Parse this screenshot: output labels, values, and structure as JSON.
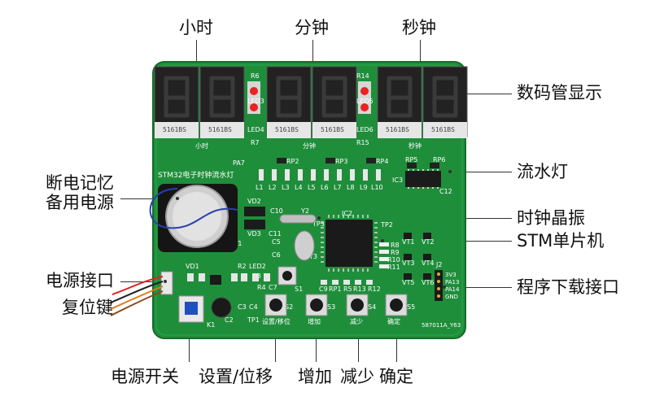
{
  "top_labels": {
    "hour": "小时",
    "minute": "分钟",
    "second": "秒钟"
  },
  "right_labels": {
    "display": "数码管显示",
    "flow_light": "流水灯",
    "crystal": "时钟晶振",
    "mcu": "STM单片机",
    "download": "程序下载接口"
  },
  "left_labels": {
    "backup_power": [
      "断电记忆",
      "备用电源"
    ],
    "power_port": "电源接口",
    "reset_key": "复位键"
  },
  "bottom_labels": {
    "power_switch": "电源开关",
    "set_shift": "设置/位移",
    "increase": "增加",
    "decrease": "减少",
    "confirm": "确定"
  },
  "board": {
    "pcb_color": "#1e8f3a",
    "segment_codes": [
      "5161BS",
      "5161BS",
      "5161BS",
      "5161BS",
      "5161BS",
      "5161BS"
    ],
    "silk_hour": "小时",
    "silk_minute": "分钟",
    "silk_second": "秒钟",
    "title_silk": "STM32电子时钟流水灯",
    "led_labels": [
      "L1",
      "L2",
      "L3",
      "L4",
      "L5",
      "L6",
      "L7",
      "L8",
      "L9",
      "L10"
    ],
    "refs": {
      "r6": "R6",
      "r7": "R7",
      "led3": "LED3",
      "led4": "LED4",
      "r14": "R14",
      "r15": "R15",
      "led5": "LED5",
      "led6": "LED6",
      "pa7": "PA7",
      "rp2": "RP2",
      "rp3": "RP3",
      "rp4": "RP4",
      "rp5": "RP5",
      "rp6": "RP6",
      "ic3": "IC3",
      "c12": "C12",
      "vd2": "VD2",
      "vd3": "VD3",
      "bt1": "BT1",
      "y2": "Y2",
      "c10": "C10",
      "c11": "C11",
      "c5": "C5",
      "c6": "C6",
      "tp3": "TP3",
      "ic2": "IC2",
      "tp2": "TP2",
      "y3": "Y3",
      "vt1": "VT1",
      "vt2": "VT2",
      "vt3": "VT3",
      "vt4": "VT4",
      "vt5": "VT5",
      "vt6": "VT6",
      "r8": "R8",
      "r9": "R9",
      "r10": "R10",
      "r11": "R11",
      "j2": "J2",
      "vd1": "VD1",
      "r2": "R2",
      "led2": "LED2",
      "c7": "C7",
      "s1": "S1",
      "c9": "C9",
      "rp1": "RP1",
      "r5": "R5",
      "r13": "R13",
      "r12": "R12",
      "k1": "K1",
      "c2": "C2",
      "c3": "C3",
      "c4": "C4",
      "tp1": "TP1",
      "s2": "S2",
      "s3": "S3",
      "s4": "S4",
      "s5": "S5",
      "c8": "C8",
      "r4": "R4"
    },
    "header_pins": [
      "3V3",
      "PA13",
      "PA14",
      "GND"
    ],
    "silk_set": "设置/移位",
    "silk_inc": "增加",
    "silk_dec": "减少",
    "silk_ok": "确定",
    "board_code": "587011A_Y63"
  }
}
